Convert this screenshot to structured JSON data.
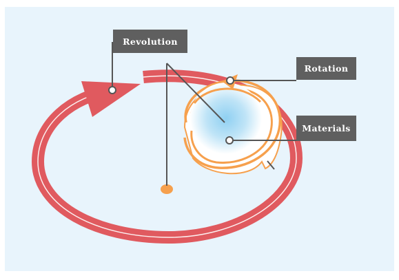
{
  "diagram": {
    "labels": {
      "revolution": "Revolution",
      "rotation": "Rotation",
      "materials": "Materials"
    },
    "colors": {
      "background": "#e8f4fc",
      "orbit_arrow": "#e05a5f",
      "rotation_ring": "#f6a04d",
      "center_dot": "#f6a04d",
      "sphere_glow": "#8fd0f2",
      "label_box": "#5f5f5f",
      "leader_line": "#555555"
    }
  }
}
